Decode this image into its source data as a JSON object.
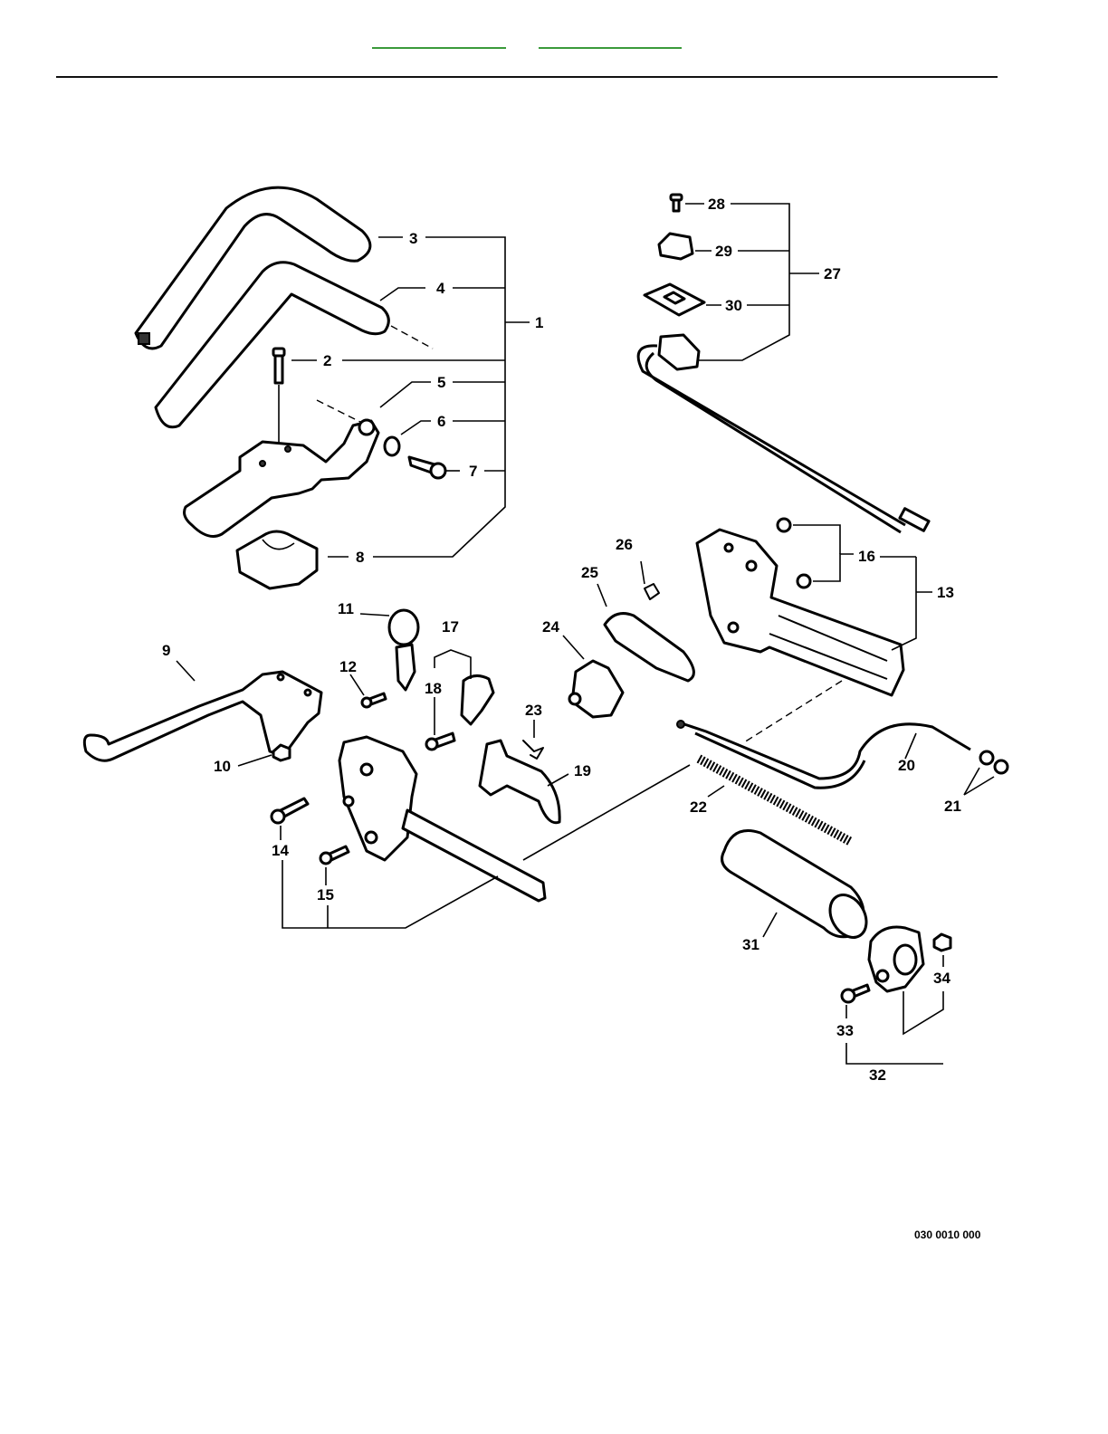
{
  "diagram": {
    "code": "030 0010 000",
    "callouts": [
      "1",
      "2",
      "3",
      "4",
      "5",
      "6",
      "7",
      "8",
      "9",
      "10",
      "11",
      "12",
      "13",
      "14",
      "15",
      "16",
      "17",
      "18",
      "19",
      "20",
      "21",
      "22",
      "23",
      "24",
      "25",
      "26",
      "27",
      "28",
      "29",
      "30",
      "31",
      "32",
      "33",
      "34"
    ]
  },
  "colors": {
    "header_link": "#3a9a3a",
    "ink": "#000000",
    "background": "#ffffff"
  }
}
